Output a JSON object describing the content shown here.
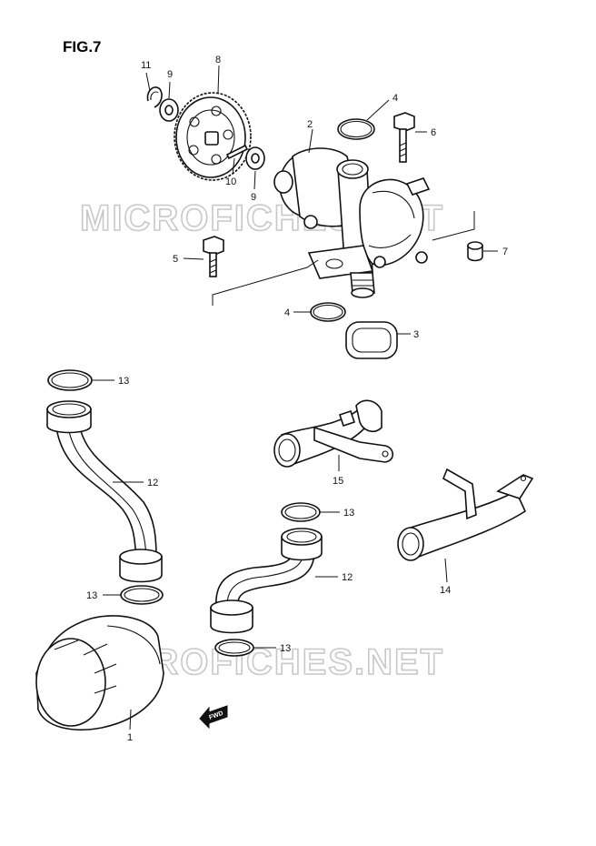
{
  "figure": {
    "title": "FIG.7"
  },
  "watermarks": [
    "MICROFICHES.NET",
    "MICROFICHES.NET"
  ],
  "forward_arrow": {
    "label": "FWD"
  },
  "callouts": [
    "11",
    "9",
    "8",
    "4",
    "2",
    "6",
    "10",
    "9",
    "7",
    "5",
    "4",
    "3",
    "13",
    "12",
    "15",
    "13",
    "12",
    "14",
    "13",
    "13",
    "1"
  ]
}
